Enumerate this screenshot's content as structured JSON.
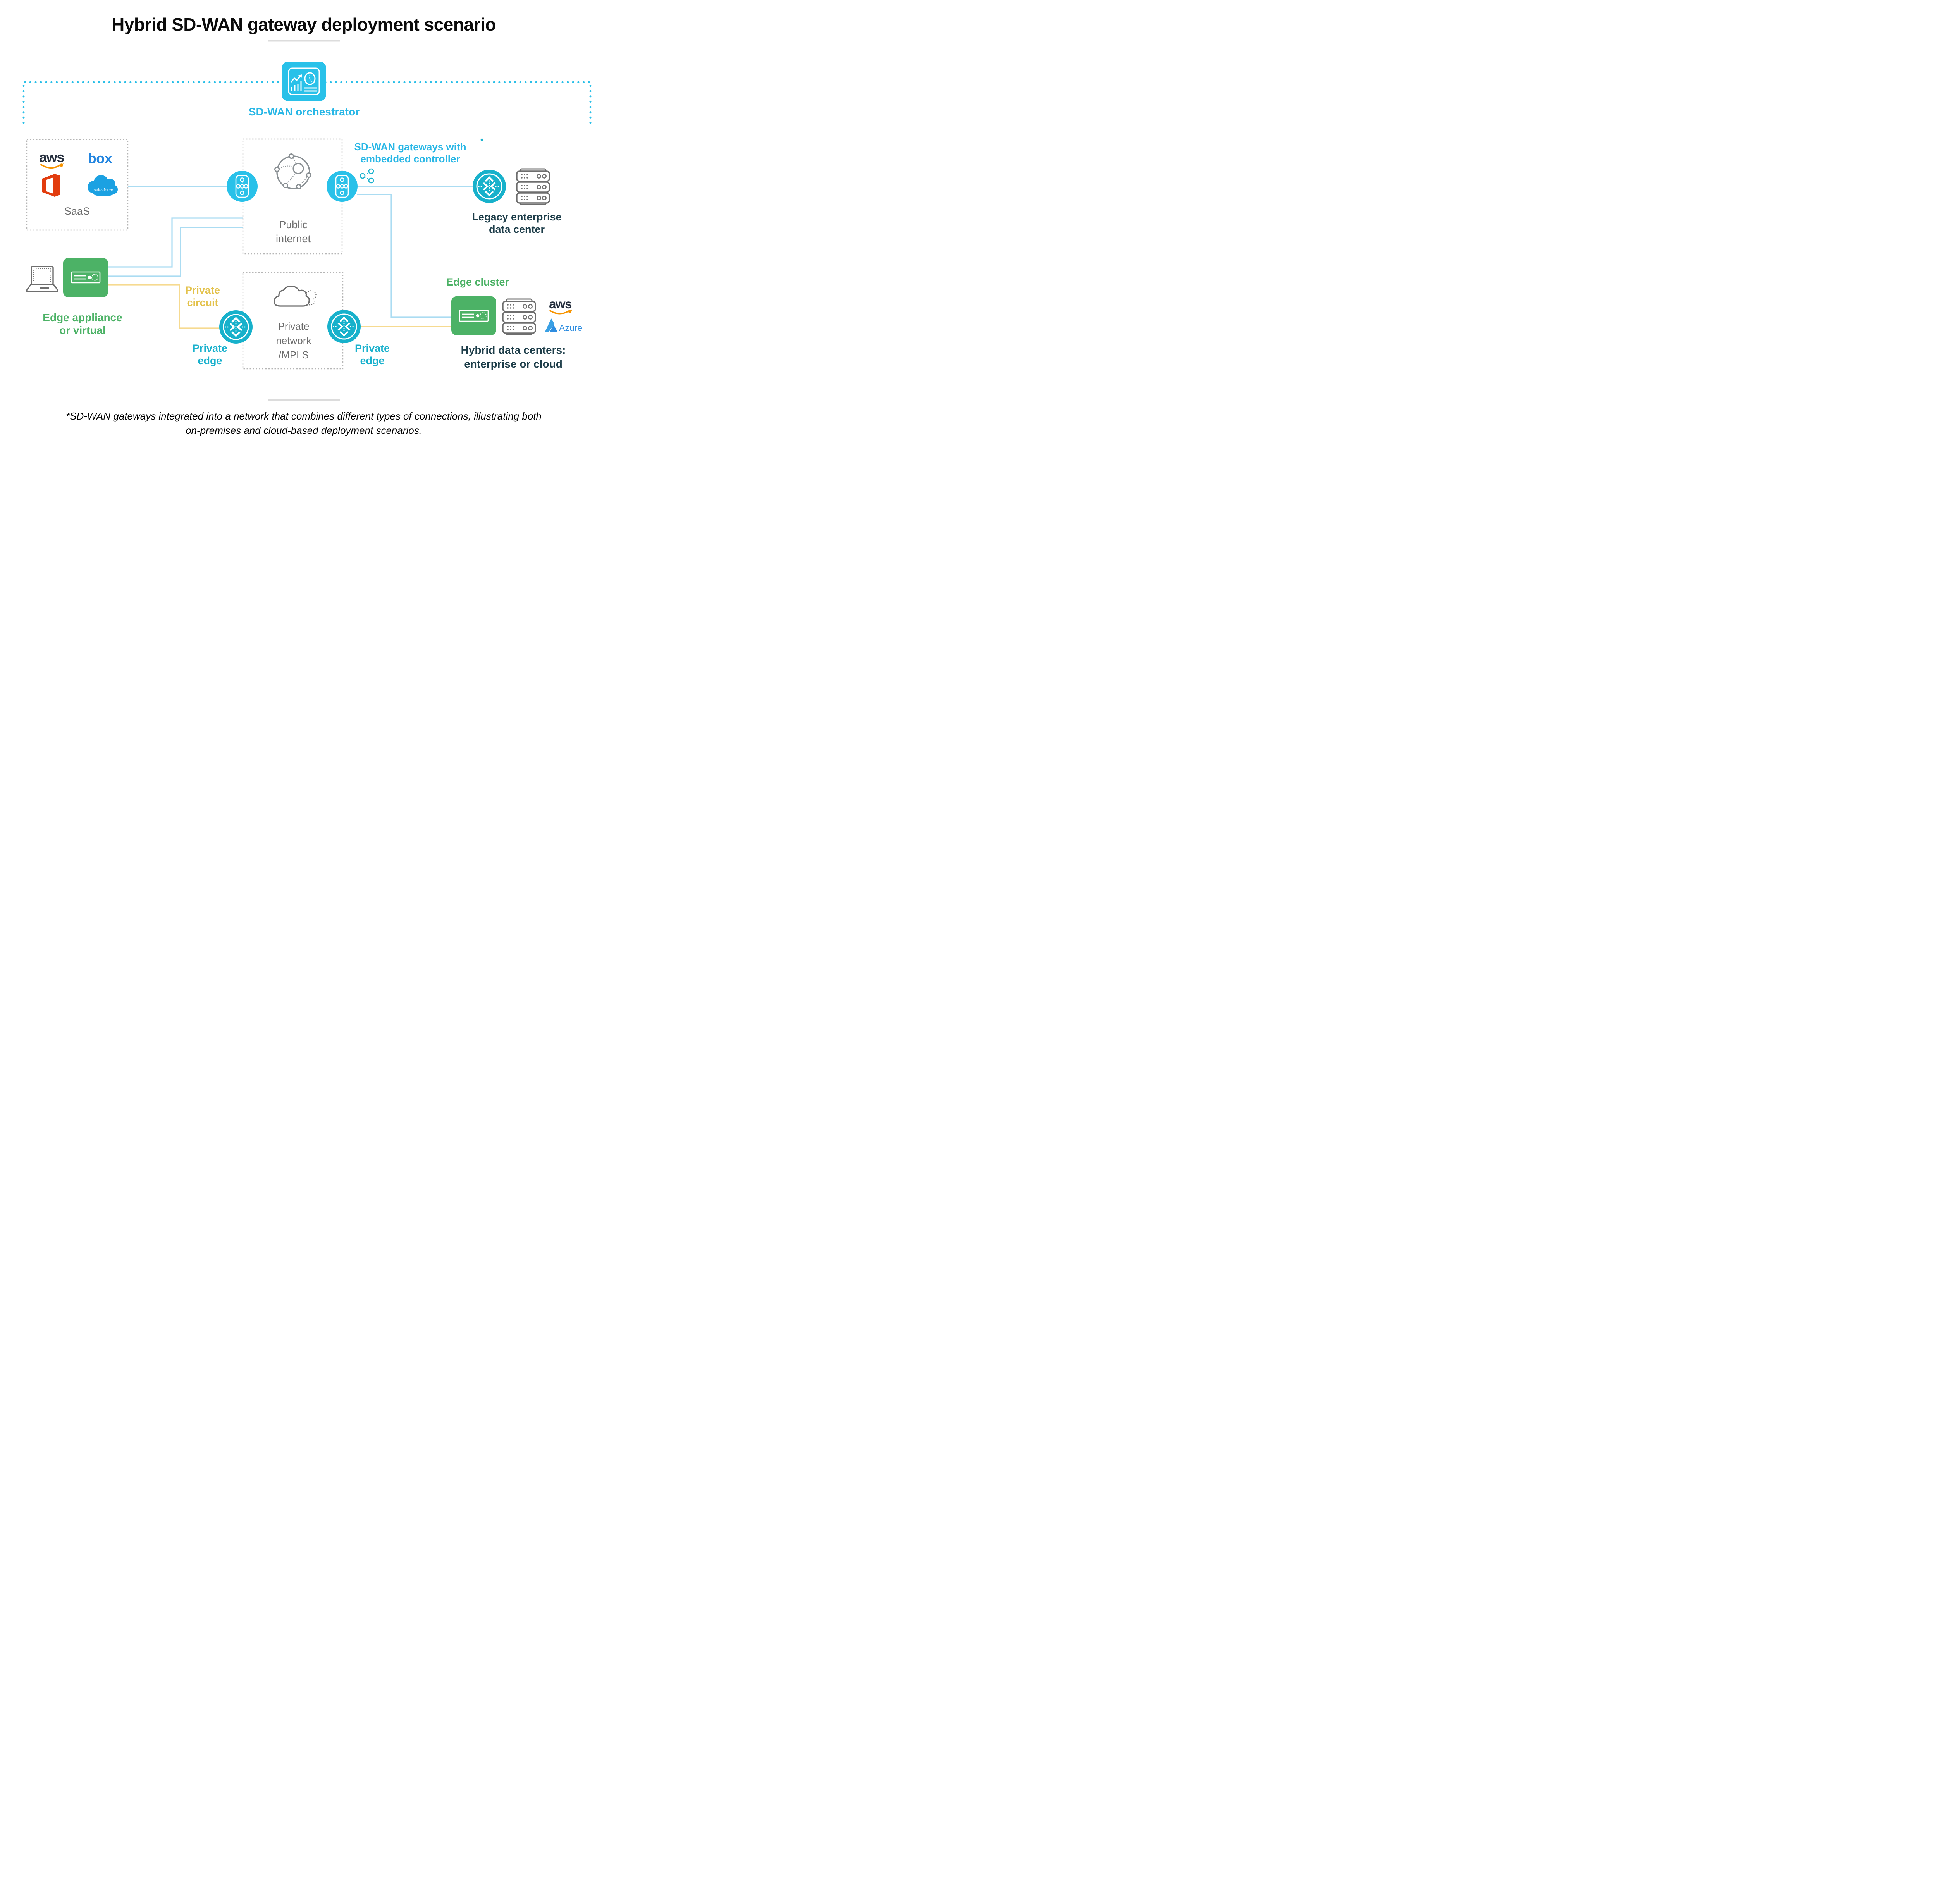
{
  "title": "Hybrid SD-WAN gateway deployment scenario",
  "nodes": {
    "orchestrator": {
      "label": "SD-WAN orchestrator"
    },
    "saas": {
      "label": "SaaS"
    },
    "public_internet": {
      "label": "Public\ninternet"
    },
    "gateways": {
      "label": "SD-WAN gateways with\nembedded controller"
    },
    "legacy_dc": {
      "label": "Legacy enterprise\ndata center"
    },
    "edge_appliance": {
      "label": "Edge appliance\nor virtual"
    },
    "private_circuit": {
      "label": "Private\ncircuit"
    },
    "private_edge_left": {
      "label": "Private\nedge"
    },
    "private_network": {
      "label": "Private\nnetwork\n/MPLS"
    },
    "private_edge_right": {
      "label": "Private\nedge"
    },
    "edge_cluster": {
      "label": "Edge cluster"
    },
    "hybrid_dc": {
      "label": "Hybrid data centers:\nenterprise or cloud"
    }
  },
  "logos": {
    "aws_saas": "aws",
    "box": "box",
    "salesforce": "salesforce",
    "aws_cloud": "aws",
    "azure": "Azure"
  },
  "footnote": "*SD-WAN gateways integrated into a network that combines different types of connections, illustrating both\non-premises and cloud-based deployment scenarios.",
  "colors": {
    "cyan_accent": "#29b7e6",
    "cyan_node": "#29c1e9",
    "teal_node": "#17b1cb",
    "green_accent": "#4cb266",
    "yellow_accent": "#e3c24c",
    "navy_text": "#1d3d49",
    "gray_text": "#6b6b6b",
    "pale_blue_line": "#abdcf2",
    "pale_yellow_line": "#f6da90",
    "dashed_box_gray": "#b5b5b5",
    "aws_navy": "#252f3e",
    "aws_orange": "#f79400",
    "box_blue": "#2486e0",
    "office_red": "#e23c0e",
    "salesforce_blue": "#1ba1e2",
    "azure_blue": "#2e8de0"
  }
}
